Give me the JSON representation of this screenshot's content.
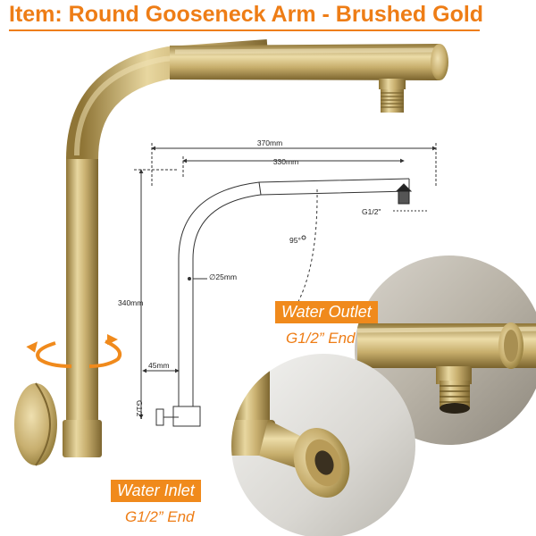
{
  "title": "Item: Round Gooseneck Arm - Brushed Gold",
  "dimensions": {
    "overall_length": "370mm",
    "arm_length": "330mm",
    "height": "340mm",
    "angle": "95°",
    "diameter": "∅25mm",
    "wall_offset": "45mm",
    "outlet_thread": "G1/2\"",
    "inlet_thread": "G1/2\""
  },
  "callouts": {
    "outlet_label": "Water Outlet",
    "outlet_end": "G1/2” End",
    "inlet_label": "Water Inlet",
    "inlet_end": "G1/2” End"
  },
  "colors": {
    "accent": "#ee7d16",
    "badge": "#f08a1c",
    "brass_light": "#e6d49a",
    "brass_mid": "#c4aa66",
    "brass_dark": "#8f7536"
  },
  "icons": {
    "rotation": "rotation-arrows-icon"
  }
}
